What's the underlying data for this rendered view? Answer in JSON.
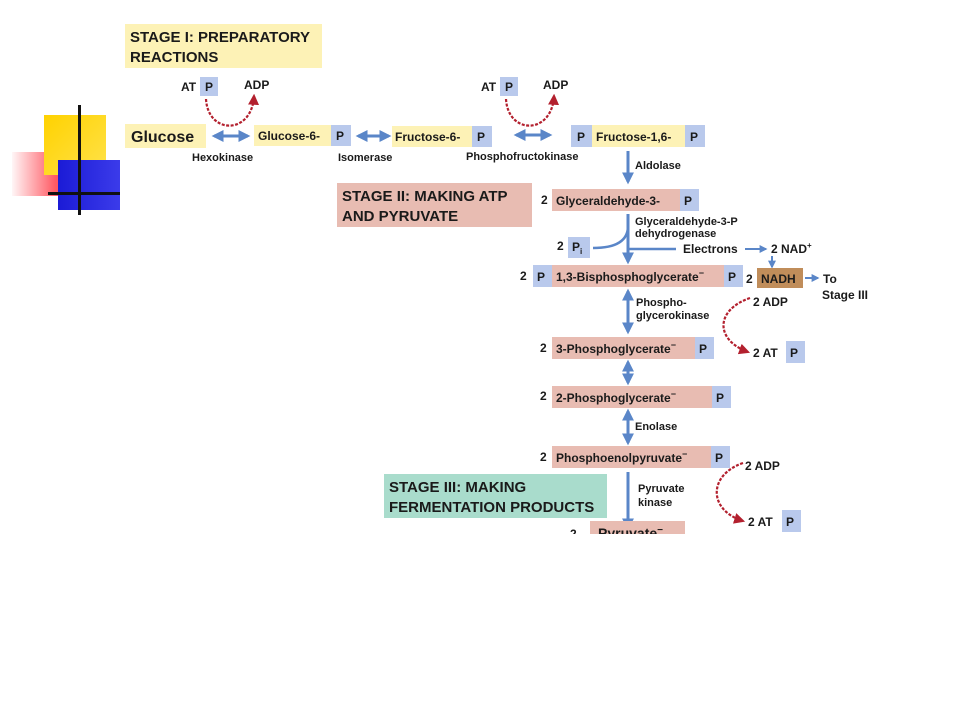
{
  "stages": {
    "stage1_line1": "STAGE I: PREPARATORY",
    "stage1_line2": "REACTIONS",
    "stage2_line1": "STAGE II: MAKING ATP",
    "stage2_line2": "AND PYRUVATE",
    "stage3_line1": "STAGE III: MAKING",
    "stage3_line2": "FERMENTATION PRODUCTS"
  },
  "stage1": {
    "glucose": "Glucose",
    "g6p": "Glucose-6-",
    "f6p": "Fructose-6-",
    "f16": "Fructose-1,6-",
    "p": "P",
    "atp1": "AT",
    "adp1": "ADP",
    "atp2": "AT",
    "adp2": "ADP",
    "hexokinase": "Hexokinase",
    "isomerase": "Isomerase",
    "pfk": "Phosphofructokinase"
  },
  "stage2": {
    "aldolase": "Aldolase",
    "coef": "2",
    "gap": "Glyceraldehyde-3-",
    "gapdh1": "Glyceraldehyde-3-P",
    "gapdh2": "dehydrogenase",
    "pi": "P",
    "pi_sub": "i",
    "electrons": "Electrons",
    "nad": "2 NAD",
    "nad_sup": "+",
    "nadh": "NADH",
    "to": "To",
    "stage3": "Stage III",
    "bpg": "1,3-Bisphosphoglycerate",
    "minus": "−",
    "adp_pg": "2 ADP",
    "atp_pg": "2 AT",
    "pgk1": "Phospho-",
    "pgk2": "glycerokinase",
    "pg3": "3-Phosphoglycerate",
    "pg2": "2-Phosphoglycerate",
    "enolase": "Enolase",
    "pep": "Phosphoenolpyruvate",
    "adp_pk": "2 ADP",
    "atp_pk": "2 AT",
    "pk1": "Pyruvate",
    "pk2": "kinase",
    "pyruvate": "Pyruvate"
  },
  "colors": {
    "yellow": "#fdf2b6",
    "pink": "#e8bcb2",
    "teal": "#a9dccc",
    "blueP": "#b9c9ec",
    "nadh": "#c08d5a",
    "arrow": "#5a86c8",
    "curve": "#b3202e"
  }
}
